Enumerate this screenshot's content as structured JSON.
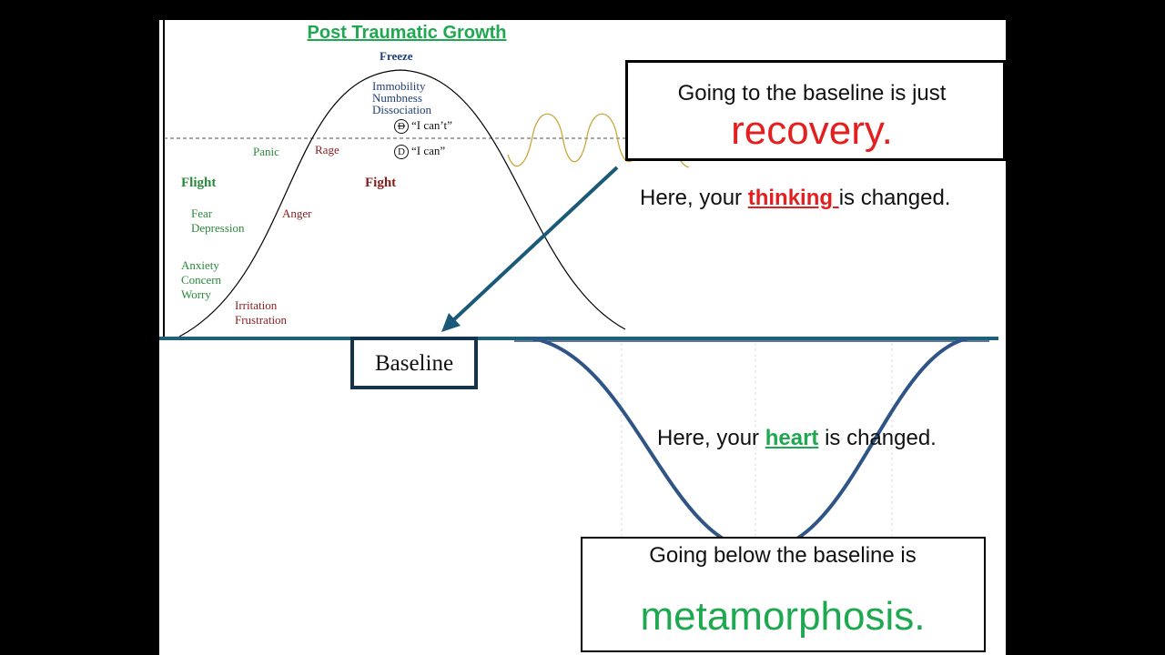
{
  "title": "Post Traumatic Growth",
  "curve_labels": {
    "freeze": "Freeze",
    "freeze_states": [
      "Immobility",
      "Numbness",
      "Dissociation"
    ],
    "cant_symbol": "D",
    "cant": "“I can’t”",
    "can_symbol": "D",
    "can": "“I can”",
    "panic": "Panic",
    "rage": "Rage",
    "flight": "Flight",
    "fight": "Fight",
    "fear": "Fear",
    "depression": "Depression",
    "anger": "Anger",
    "anxiety": "Anxiety",
    "concern": "Concern",
    "worry": "Worry",
    "irritation": "Irritation",
    "frustration": "Frustration"
  },
  "baseline_label": "Baseline",
  "recovery_box": {
    "intro": "Going to the baseline is just",
    "word": "recovery."
  },
  "thinking_sentence": {
    "before": "Here, your ",
    "keyword": "thinking ",
    "after": "is changed."
  },
  "heart_sentence": {
    "before": "Here, your ",
    "keyword": "heart",
    "after": " is changed."
  },
  "metamorphosis_box": {
    "intro": "Going below the baseline is",
    "word": "metamorphosis."
  },
  "colors": {
    "title_green": "#1ea84f",
    "freeze_blue": "#1f3f7a",
    "flight_green": "#2a8a3a",
    "fight_red": "#8b1c1c",
    "recovery_red": "#e41f1f",
    "baseline_line": "#1f5f7a",
    "dip_curve": "#2f5486",
    "arrow": "#1a5a78",
    "wave_gold": "#c9a53a"
  }
}
